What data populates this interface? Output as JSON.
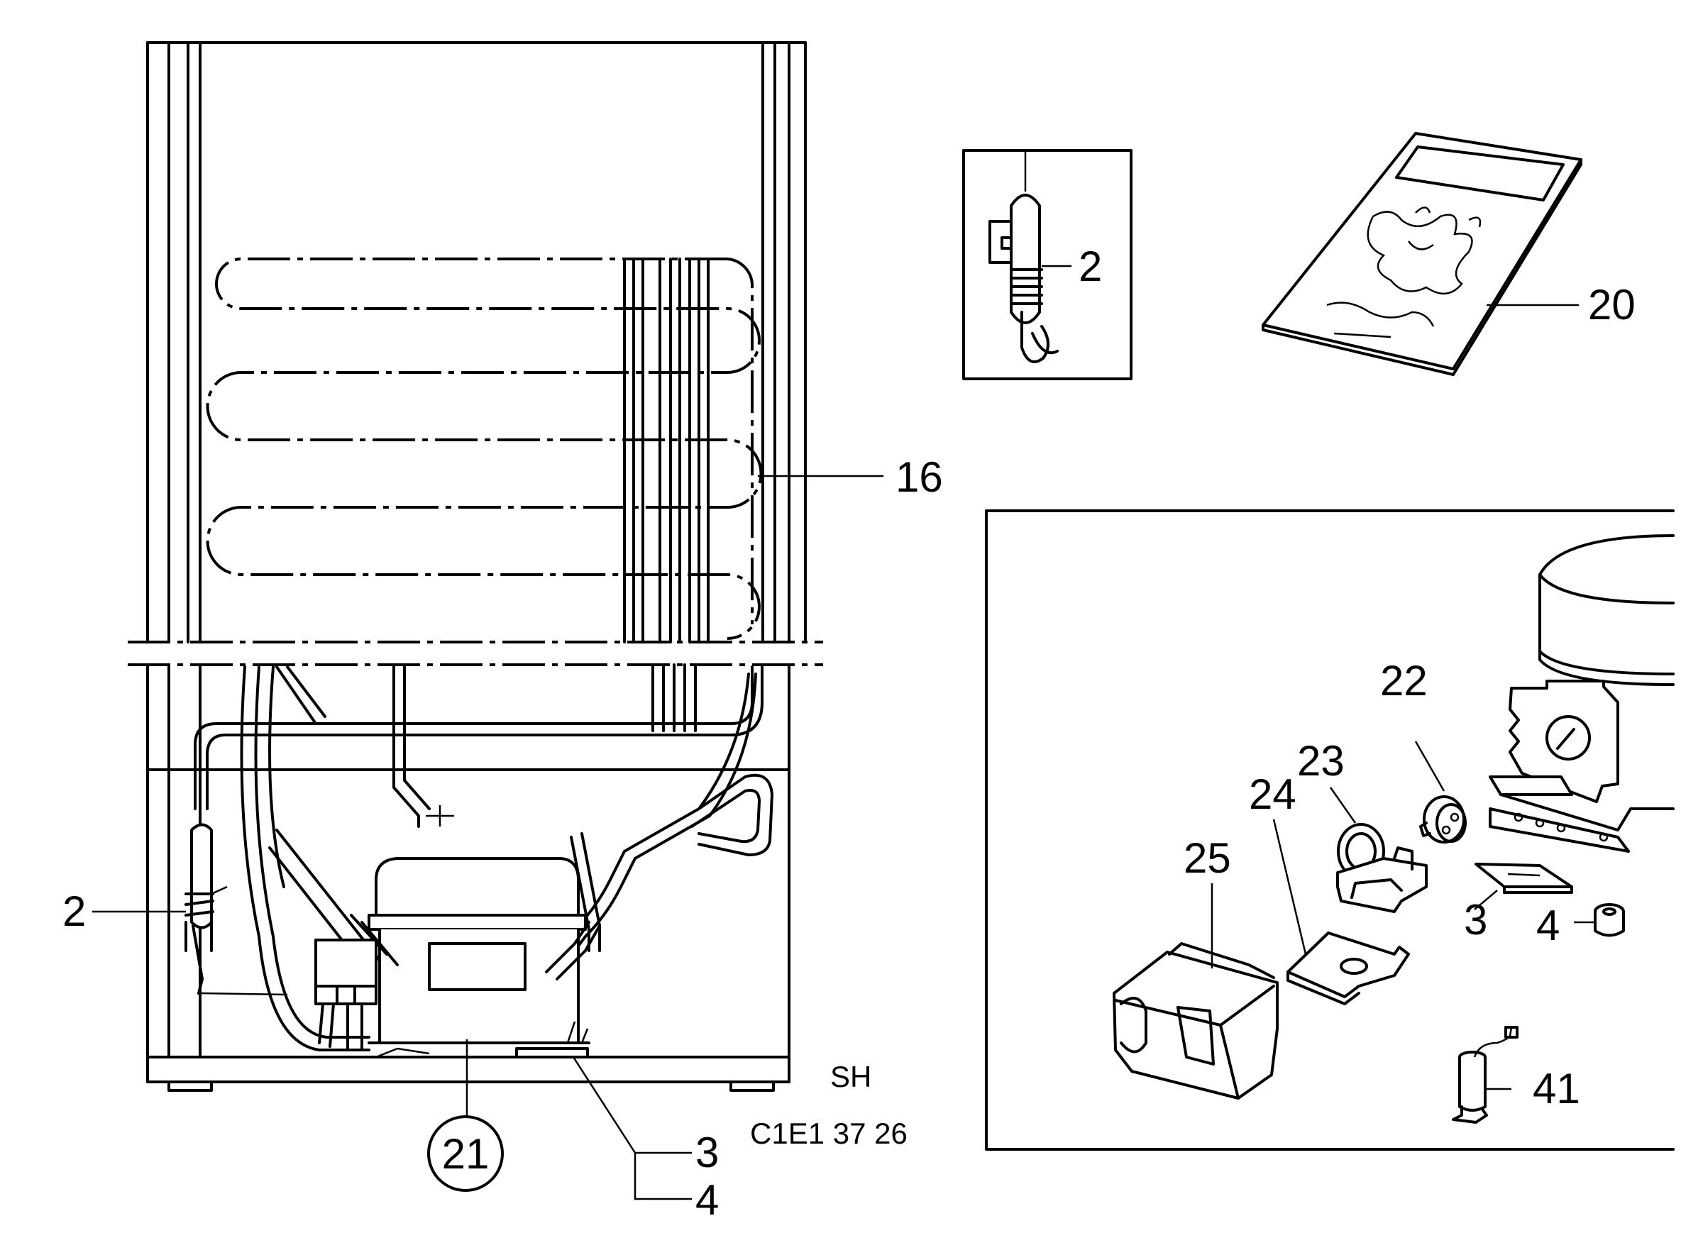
{
  "labels": {
    "left_2": "2",
    "left_16": "16",
    "left_21": "21",
    "left_3": "3",
    "left_4": "4",
    "inset_2": "2",
    "manual_20": "20",
    "panel_22": "22",
    "panel_23": "23",
    "panel_24": "24",
    "panel_25": "25",
    "panel_3": "3",
    "panel_4": "4",
    "panel_41": "41"
  },
  "captions": {
    "sh": "SH",
    "code": "C1E1 37 26"
  }
}
